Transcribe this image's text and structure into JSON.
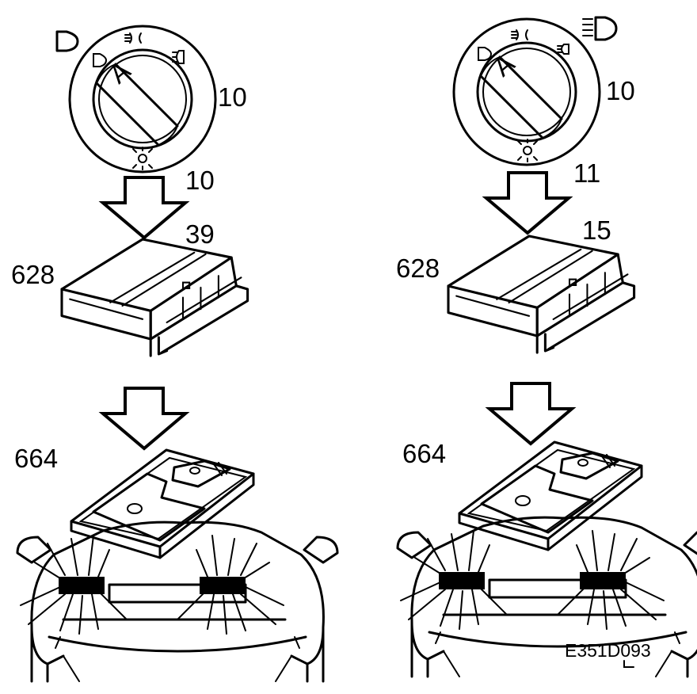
{
  "figure_id": "E351D093",
  "left": {
    "switch_label": "10",
    "output_label": "10",
    "module_label": "628",
    "module_output_label": "39",
    "headlamp_module_label": "664",
    "indicator_icon": "low-beam-icon"
  },
  "right": {
    "switch_label": "10",
    "output_label": "11",
    "module_label": "628",
    "module_output_label": "15",
    "headlamp_module_label": "664",
    "indicator_icon": "high-beam-icon"
  },
  "switch_icons": [
    "parking-light-icon",
    "fog-light-icon",
    "rear-fog-light-icon",
    "interior-light-icon"
  ],
  "switch_knob_mark": "A"
}
